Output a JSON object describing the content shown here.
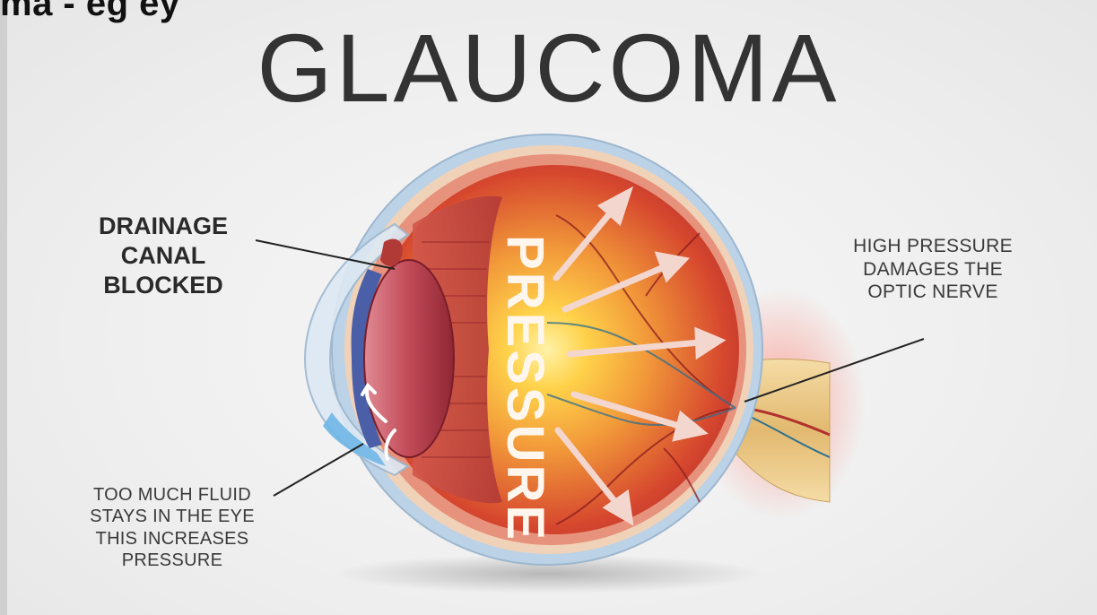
{
  "header_fragment": "ma - eg ey",
  "title": "GLAUCOMA",
  "center_label": "PRESSURE",
  "labels": {
    "drainage": "DRAINAGE\nCANAL\nBLOCKED",
    "optic": "HIGH PRESSURE\nDAMAGES THE\nOPTIC NERVE",
    "fluid": "TOO MUCH FLUID\nSTAYS IN THE EYE\nTHIS INCREASES\nPRESSURE"
  },
  "colors": {
    "title": "#333333",
    "sclera": "#b8cde0",
    "choroid": "#e8a08a",
    "retina": "#c0432f",
    "vitreous_center": "#ffd24a",
    "lens": "#c24a57",
    "iris": "#4a5fa8",
    "fluid": "#6fb6e6",
    "optic_nerve": "#e9c98a",
    "arrow": "#f3d7cf"
  }
}
